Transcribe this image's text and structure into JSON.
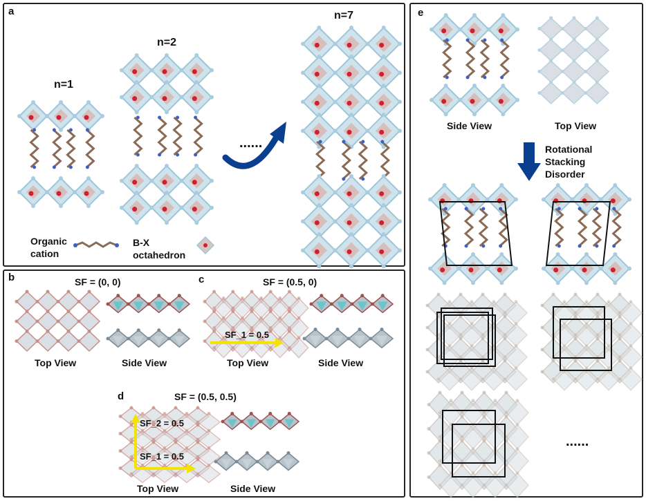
{
  "panel_a": {
    "label": "a",
    "n1": "n=1",
    "n2": "n=2",
    "n7": "n=7",
    "ellipsis": "......",
    "organic": "Organic",
    "cation": "cation",
    "bx": "B-X",
    "octahedron": "octahedron"
  },
  "panel_b": {
    "label": "b",
    "sf": "SF = (0, 0)",
    "top_view": "Top View",
    "side_view": "Side View"
  },
  "panel_c": {
    "label": "c",
    "sf": "SF = (0.5, 0)",
    "sf1": "SF_1 = 0.5",
    "top_view": "Top View",
    "side_view": "Side View"
  },
  "panel_d": {
    "label": "d",
    "sf": "SF = (0.5, 0.5)",
    "sf2": "SF_2 = 0.5",
    "sf1": "SF_1 = 0.5",
    "top_view": "Top View",
    "side_view": "Side View"
  },
  "panel_e": {
    "label": "e",
    "side_view": "Side View",
    "top_view": "Top View",
    "rot1": "Rotational",
    "rot2": "Stacking",
    "rot3": "Disorder",
    "ellipsis": "......"
  },
  "colors": {
    "octa_fill": "#cfe3ec",
    "octa_edge": "#9ec6d8",
    "octa_core": "#d8b4b0",
    "red_atom": "#d02030",
    "chain": "#8a6a55",
    "arrow_blue": "#0a3f8f",
    "yellow": "#f4e200",
    "teal": "#5ec6c8"
  }
}
